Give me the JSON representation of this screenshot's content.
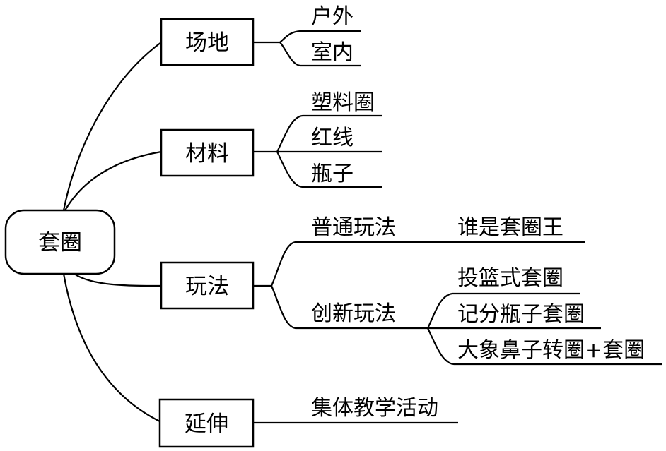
{
  "root": {
    "label": "套圈"
  },
  "branches": [
    {
      "label": "场地",
      "children": [
        {
          "label": "户外"
        },
        {
          "label": "室内"
        }
      ]
    },
    {
      "label": "材料",
      "children": [
        {
          "label": "塑料圈"
        },
        {
          "label": "红线"
        },
        {
          "label": "瓶子"
        }
      ]
    },
    {
      "label": "玩法",
      "children": [
        {
          "label": "普通玩法",
          "children": [
            {
              "label": "谁是套圈王"
            }
          ]
        },
        {
          "label": "创新玩法",
          "children": [
            {
              "label": "投篮式套圈"
            },
            {
              "label": "记分瓶子套圈"
            },
            {
              "label": "大象鼻子转圈+套圈"
            }
          ]
        }
      ]
    },
    {
      "label": "延伸",
      "children": [
        {
          "label": "集体教学活动"
        }
      ]
    }
  ]
}
